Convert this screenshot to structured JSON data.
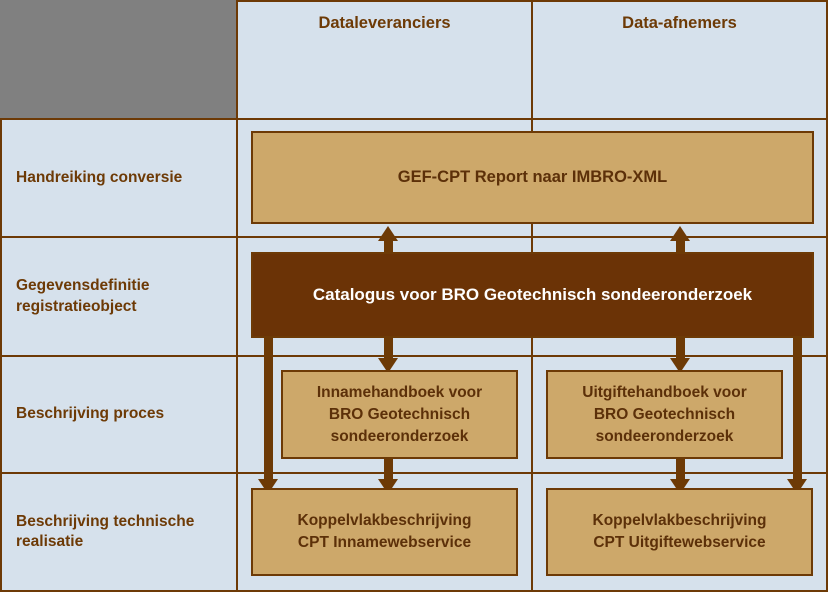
{
  "diagram": {
    "title_row_label": "",
    "columns": [
      {
        "id": "dataleveranciers",
        "label": "Dataleveranciers"
      },
      {
        "id": "data-afnemers",
        "label": "Data-afnemers"
      }
    ],
    "rows": [
      {
        "id": "handreiking-conversie",
        "label": "Handreiking conversie"
      },
      {
        "id": "gegevensdefinitie-registratieobject",
        "label": "Gegevensdefinitie registratieobject"
      },
      {
        "id": "beschrijving-proces",
        "label": "Beschrijving proces"
      },
      {
        "id": "beschrijving-technische-realisatie",
        "label": "Beschrijving technische realisatie"
      }
    ],
    "boxes": [
      {
        "id": "gef-cpt-report",
        "label": "GEF-CPT Report naar IMBRO-XML",
        "style": "tan"
      },
      {
        "id": "catalogus-bro",
        "label": "Catalogus voor BRO Geotechnisch sondeeronderzoek",
        "style": "darkbrown"
      },
      {
        "id": "innamehandboek",
        "label": "Innamehandboek voor\nBRO Geotechnisch\nsondeeronderzoek",
        "style": "tan"
      },
      {
        "id": "uitgiftehandboek",
        "label": "Uitgiftehandboek voor\nBRO Geotechnisch\nsondeeronderzoek",
        "style": "tan"
      },
      {
        "id": "koppelvlak-inname",
        "label": "Koppelvlakbeschrijving\nCPT Innamewebservice",
        "style": "tan"
      },
      {
        "id": "koppelvlak-uitgifte",
        "label": "Koppelvlakbeschrijving\nCPT Uitgiftewebservice",
        "style": "tan"
      }
    ],
    "colors": {
      "grid_background": "#d6e1ec",
      "corner_block": "#808080",
      "line": "#6d3a06",
      "accent_tan": "#cda86a",
      "accent_dark_brown": "#6b3306",
      "text_brown": "#6d3a06",
      "text_on_dark": "#ffffff"
    },
    "connections": [
      {
        "id": "catalogus-to-gef-cpt-left",
        "from": "catalogus-bro",
        "to": "gef-cpt-report",
        "direction": "up"
      },
      {
        "id": "catalogus-to-gef-cpt-right",
        "from": "catalogus-bro",
        "to": "gef-cpt-report",
        "direction": "up"
      },
      {
        "id": "catalogus-to-innamehandboek",
        "from": "catalogus-bro",
        "to": "innamehandboek",
        "direction": "down"
      },
      {
        "id": "catalogus-to-uitgiftehandboek",
        "from": "catalogus-bro",
        "to": "uitgiftehandboek",
        "direction": "down"
      },
      {
        "id": "innamehandboek-to-koppelvlak-inname",
        "from": "innamehandboek",
        "to": "koppelvlak-inname",
        "direction": "down"
      },
      {
        "id": "uitgiftehandboek-to-koppelvlak-uitgifte",
        "from": "uitgiftehandboek",
        "to": "koppelvlak-uitgifte",
        "direction": "down"
      },
      {
        "id": "catalogus-to-koppelvlak-inname",
        "from": "catalogus-bro",
        "to": "koppelvlak-inname",
        "direction": "down"
      },
      {
        "id": "catalogus-to-koppelvlak-uitgifte",
        "from": "catalogus-bro",
        "to": "koppelvlak-uitgifte",
        "direction": "down"
      }
    ]
  }
}
